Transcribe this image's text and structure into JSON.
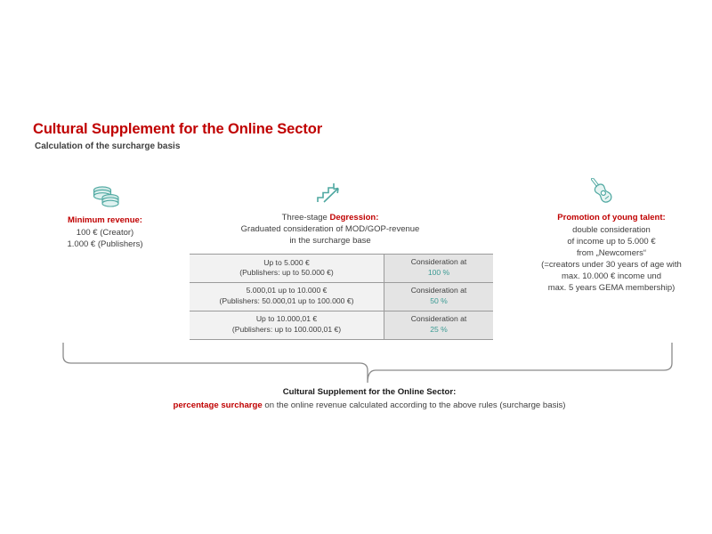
{
  "title": {
    "heading": "Cultural Supplement for the Online Sector",
    "subheading": "Calculation of the surcharge basis"
  },
  "colors": {
    "accent_red": "#C00000",
    "accent_teal": "#3C9B94",
    "body_gray": "#3F3F3F",
    "table_range_bg": "#F2F2F2",
    "table_rate_bg": "#E4E4E4",
    "table_border": "#9B9B9B"
  },
  "columns": [
    {
      "icon": "coins-icon",
      "heading": "Minimum revenue:",
      "lines": [
        "100 € (Creator)",
        "1.000 € (Publishers)"
      ]
    },
    {
      "icon": "stairs-up-arrow-icon",
      "heading_prefix": "Three-stage ",
      "heading_accent": "Degression:",
      "lines": [
        "Graduated consideration of MOD/GOP-revenue",
        "in the surcharge base"
      ]
    },
    {
      "icon": "guitar-icon",
      "heading": "Promotion of young talent:",
      "lines": [
        "double consideration",
        "of income up to 5.000 €",
        "from „Newcomers“",
        "(=creators under 30 years of age with",
        "max. 10.000 € income und",
        "max. 5 years GEMA membership)"
      ]
    }
  ],
  "table": {
    "rows": [
      {
        "range_main": "Up to 5.000 €",
        "range_sub": "(Publishers: up to 50.000 €)",
        "rate_label": "Consideration at",
        "rate_value": "100 %"
      },
      {
        "range_main": "5.000,01 up to 10.000 €",
        "range_sub": "(Publishers: 50.000,01 up to 100.000 €)",
        "rate_label": "Consideration at",
        "rate_value": "50 %"
      },
      {
        "range_main": "Up to 10.000,01 €",
        "range_sub": "(Publishers: up to 100.000,01 €)",
        "rate_label": "Consideration at",
        "rate_value": "25 %"
      }
    ]
  },
  "summary": {
    "title": "Cultural Supplement for the Online Sector:",
    "detail_accent": "percentage surcharge",
    "detail_rest": " on the online revenue calculated according to the above rules (surcharge basis)"
  }
}
